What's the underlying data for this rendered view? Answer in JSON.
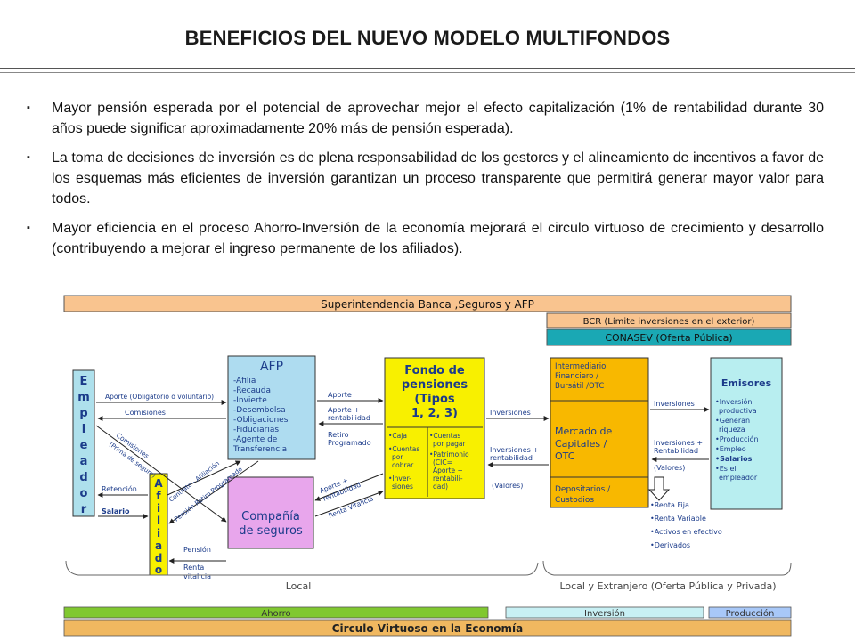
{
  "title": "BENEFICIOS DEL NUEVO MODELO MULTIFONDOS",
  "bullets": [
    "Mayor pensión esperada por el potencial de aprovechar mejor el efecto capitalización (1% de rentabilidad durante 30 años puede significar aproximadamente 20% más de pensión esperada).",
    "La toma de decisiones de inversión es de plena responsabilidad de los gestores y el alineamiento de incentivos a favor de los esquemas más eficientes de inversión garantizan un proceso transparente que permitirá generar mayor valor para todos.",
    "Mayor eficiencia en el proceso Ahorro-Inversión de la economía mejorará el circulo virtuoso de crecimiento y desarrollo (contribuyendo a mejorar el ingreso permanente de los afiliados)."
  ],
  "bullet_marker": "▪",
  "diagram": {
    "sbs": "Superintendencia Banca ,Seguros y AFP",
    "bcr": "BCR (Límite inversiones en el exterior)",
    "conasev": "CONASEV (Oferta Pública)",
    "empleador_letters": [
      "E",
      "m",
      "p",
      "l",
      "e",
      "a",
      "d",
      "o",
      "r"
    ],
    "afiliado_letters": [
      "A",
      "f",
      "i",
      "l",
      "i",
      "a",
      "d",
      "o"
    ],
    "afp_title": "AFP",
    "afp_items": [
      "-Afilia",
      "-Recauda",
      "-Invierte",
      "-Desembolsa",
      "-Obligaciones",
      "-Fiduciarias",
      "-Agente de",
      "Transferencia"
    ],
    "fondo_title": [
      "Fondo de",
      "pensiones",
      "(Tipos",
      "1, 2, 3)"
    ],
    "fondo_left": [
      "•Caja",
      "•Cuentas",
      "por",
      "cobrar",
      "•Inver-",
      "siones"
    ],
    "fondo_right": [
      "•Cuentas",
      "por pagar",
      "•Patrimonio",
      "(CIC=",
      "Aporte +",
      "rentabili-",
      "dad)"
    ],
    "intermediario": [
      "Intermediario",
      "Financiero /",
      "Bursátil /OTC"
    ],
    "mercado": [
      "Mercado de",
      "Capitales /",
      "OTC"
    ],
    "depositarios": [
      "Depositarios /",
      "Custodios"
    ],
    "emisores_title": "Emisores",
    "emisores_items": [
      "•Inversión",
      "productiva",
      "•Generan",
      "riqueza",
      "•Producción",
      "•Empleo",
      "•Salarios",
      "•Es el",
      "empleador"
    ],
    "compania": [
      "Compañía",
      "de seguros"
    ],
    "instruments": [
      "•Renta Fija",
      "•Renta Variable",
      "•Activos en efectivo",
      "•Derivados"
    ],
    "labels": {
      "aporte_oblig": "Aporte (Obligatorio o voluntario)",
      "comisiones": "Comisiones",
      "comisiones_diag": "Comisiones",
      "prima": "(Prima de seguro)",
      "retencion": "Retención",
      "salario": "Salario",
      "contrato": "Contrato - Afiliación",
      "pension_retiro": "Pensión Retiro Programado",
      "aporte": "Aporte",
      "aporte_rent": [
        "Aporte +",
        "rentabilidad"
      ],
      "retiro": [
        "Retiro",
        "Programado"
      ],
      "aporte_rent_diag": [
        "Aporte +",
        "rentabilidad"
      ],
      "renta_vitalicia": "Renta Vitalicia",
      "inversiones": "Inversiones",
      "inversiones_rent": [
        "Inversiones +",
        "rentabilidad"
      ],
      "valores": "(Valores)",
      "inversiones2": "Inversiones",
      "inversiones_rent2": [
        "Inversiones +",
        "Rentabilidad"
      ],
      "valores2": "(Valores)",
      "pension_renta": [
        "Pensión",
        "Renta",
        "vitalicia"
      ]
    },
    "local": "Local",
    "local_ext": "Local y Extranjero (Oferta Pública y Privada)",
    "ahorro": "Ahorro",
    "inversion": "Inversión",
    "produccion": "Producción",
    "circulo": "Circulo Virtuoso en la Economía"
  },
  "colors": {
    "sbs": "#f9c48f",
    "bcr": "#f9c48f",
    "conasev": "#1aa8b4",
    "empleador": "#aee0ec",
    "afp": "#aedcf0",
    "fondo": "#f8f000",
    "mercado": "#f8b800",
    "emisores": "#b8eef0",
    "compania": "#e8a6ec",
    "ahorro": "#80c830",
    "inversion": "#c8f0f4",
    "produccion": "#a8c8f8",
    "circulo": "#f0b860"
  }
}
